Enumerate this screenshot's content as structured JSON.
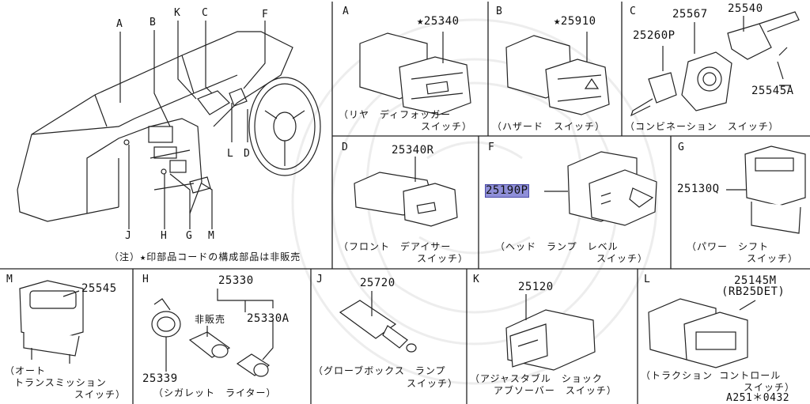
{
  "overview": {
    "callouts": [
      "A",
      "B",
      "K",
      "C",
      "F",
      "L",
      "D",
      "J",
      "H",
      "G",
      "M"
    ],
    "note": "（注）★印部品コードの構成部品は非販売"
  },
  "panels": [
    {
      "id": "A",
      "parts": [
        "★25340"
      ],
      "caption": [
        "（リヤ　ディフォッガー",
        "スイッチ）"
      ]
    },
    {
      "id": "B",
      "parts": [
        "★25910"
      ],
      "caption": [
        "（ハザード　スイッチ）"
      ]
    },
    {
      "id": "C",
      "parts": [
        "25567",
        "25540",
        "25260P",
        "25545A"
      ],
      "caption": [
        "（コンビネーション　スイッチ）"
      ]
    },
    {
      "id": "D",
      "parts": [
        "25340R"
      ],
      "caption": [
        "（フロント　デアイサー",
        "スイッチ）"
      ]
    },
    {
      "id": "F",
      "parts": [
        "25190P"
      ],
      "caption": [
        "（ヘッド　ランプ　レベル",
        "スイッチ）"
      ]
    },
    {
      "id": "G",
      "parts": [
        "25130Q"
      ],
      "caption": [
        "（パワー　シフト",
        "スイッチ）"
      ]
    },
    {
      "id": "M",
      "parts": [
        "25545"
      ],
      "caption": [
        "（オート",
        "トランスミッション",
        "スイッチ）"
      ]
    },
    {
      "id": "H",
      "parts": [
        "25330",
        "非販売",
        "25330A",
        "25339"
      ],
      "caption": [
        "（シガレット　ライター）"
      ]
    },
    {
      "id": "J",
      "parts": [
        "25720"
      ],
      "caption": [
        "（グローブボックス　ランプ",
        "スイッチ）"
      ]
    },
    {
      "id": "K",
      "parts": [
        "25120"
      ],
      "caption": [
        "（アジャスタブル　ショック",
        "アブソーバー　スイッチ）"
      ]
    },
    {
      "id": "L",
      "parts": [
        "25145M",
        "(RB25DET)"
      ],
      "caption": [
        "（トラクション コントロール",
        "スイッチ）"
      ]
    }
  ],
  "footer_code": "A251＊0432",
  "highlight_color": "#8f8fd8"
}
